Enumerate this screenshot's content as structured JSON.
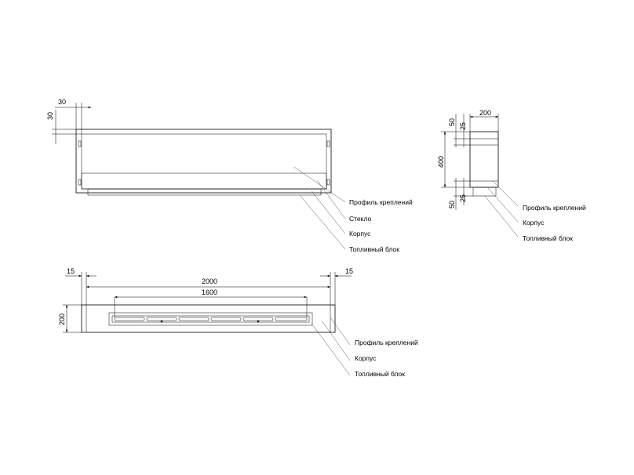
{
  "front_view": {
    "dims": {
      "width_offset": "30",
      "height_offset": "30"
    },
    "callouts": [
      "Профиль креплений",
      "Стекло",
      "Корпус",
      "Топливный блок"
    ]
  },
  "side_view": {
    "dims": {
      "width": "200",
      "height": "400",
      "top_outer": "50",
      "top_inner": "25",
      "bottom_outer": "50",
      "bottom_inner": "25"
    },
    "callouts": [
      "Профиль креплений",
      "Корпус",
      "Топливный блок"
    ]
  },
  "top_view": {
    "dims": {
      "left_gap": "15",
      "right_gap": "15",
      "total_width": "2000",
      "burner_width": "1600",
      "depth": "200"
    },
    "callouts": [
      "Профиль креплений",
      "Корпус",
      "Топливный блок"
    ]
  }
}
